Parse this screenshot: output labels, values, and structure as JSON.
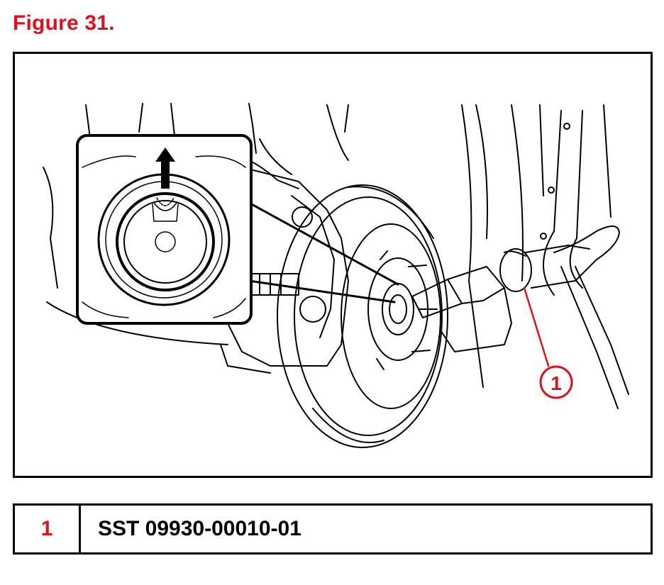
{
  "figure": {
    "title": "Figure 31.",
    "callout_number": "1",
    "accent_color": "#e0101c"
  },
  "legend": {
    "rows": [
      {
        "number": "1",
        "description": "SST 09930-00010-01"
      }
    ]
  }
}
